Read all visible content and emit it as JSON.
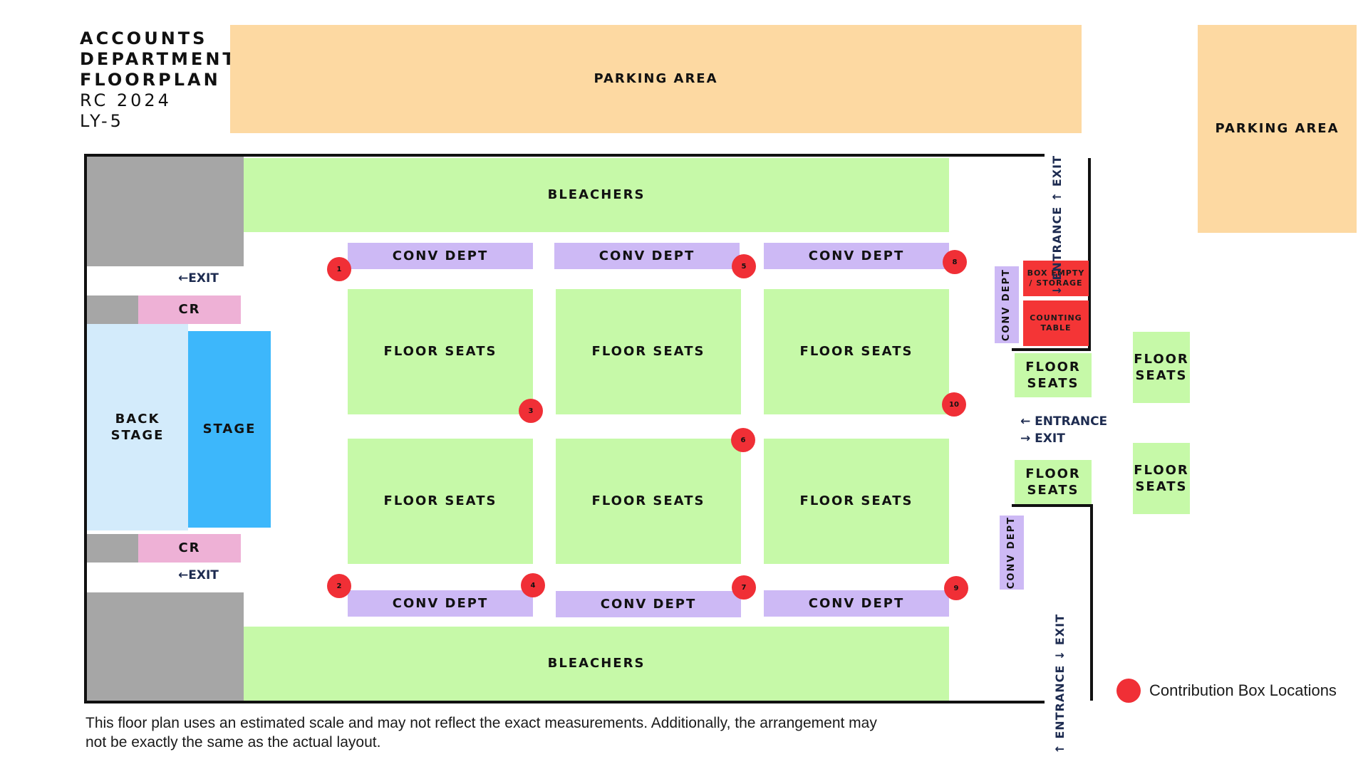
{
  "title": {
    "lines": [
      "ACCOUNTS",
      "DEPARTMENT",
      "FLOORPLAN"
    ],
    "sub": [
      "RC 2024",
      "LY-5"
    ]
  },
  "labels": {
    "parking": "PARKING AREA",
    "bleachers": "BLEACHERS",
    "conv_dept": "CONV DEPT",
    "floor_seats": "FLOOR SEATS",
    "floor_seats_split": "FLOOR\nSEATS",
    "cr": "CR",
    "back_stage": "BACK\nSTAGE",
    "stage": "STAGE",
    "box_storage": "BOX EMPTY / STORAGE",
    "counting_table": "COUNTING TABLE",
    "exit_left": "←EXIT",
    "entrance_right_mid_1": "← ENTRANCE",
    "entrance_right_mid_2": "→ EXIT",
    "entrance_top": "↓ ENTRANCE  ↑ EXIT",
    "entrance_bottom": "↑ ENTRANCE  ↓ EXIT"
  },
  "markers": [
    "1",
    "2",
    "3",
    "4",
    "5",
    "6",
    "7",
    "8",
    "9",
    "10"
  ],
  "legend": {
    "label": "Contribution Box Locations",
    "color": "#f02f36"
  },
  "footnote": "This floor plan uses an estimated scale and may not reflect the exact measurements. Additionally, the arrangement may not be exactly the same as the actual layout.",
  "colors": {
    "parking": "#fdd9a2",
    "green_zone": "#c6f9a8",
    "conv_dept": "#cdb9f5",
    "cr": "#eeb1d6",
    "back_stage": "#d3ebfb",
    "stage": "#3db7fb",
    "utility": "#a6a6a6",
    "storage": "#f43536"
  }
}
